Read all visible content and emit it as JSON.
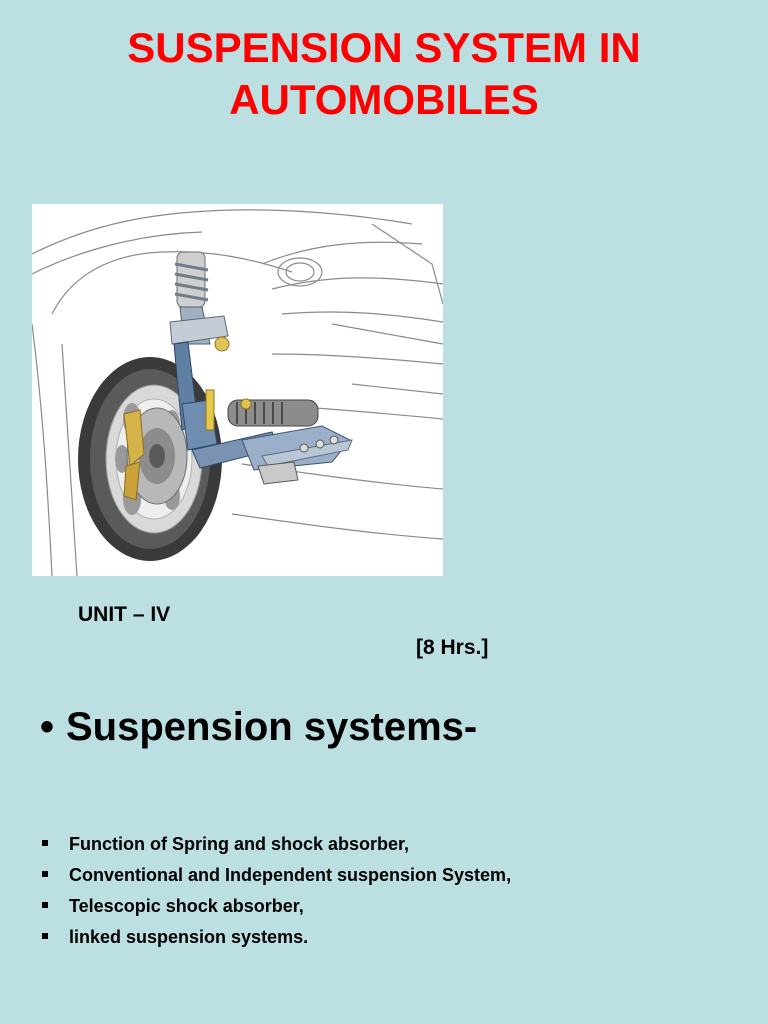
{
  "title": {
    "line1": "SUSPENSION SYSTEM IN",
    "line2": "AUTOMOBILES"
  },
  "unit": "UNIT – IV",
  "hours": "[8 Hrs.]",
  "main_bullet": {
    "bullet": "•",
    "text": "Suspension systems-"
  },
  "topics": [
    "Function of Spring  and  shock absorber,",
    "Conventional and Independent suspension System,",
    "Telescopic shock absorber,",
    "linked suspension systems."
  ],
  "colors": {
    "background": "#bcdfe1",
    "title": "#ff0000"
  }
}
